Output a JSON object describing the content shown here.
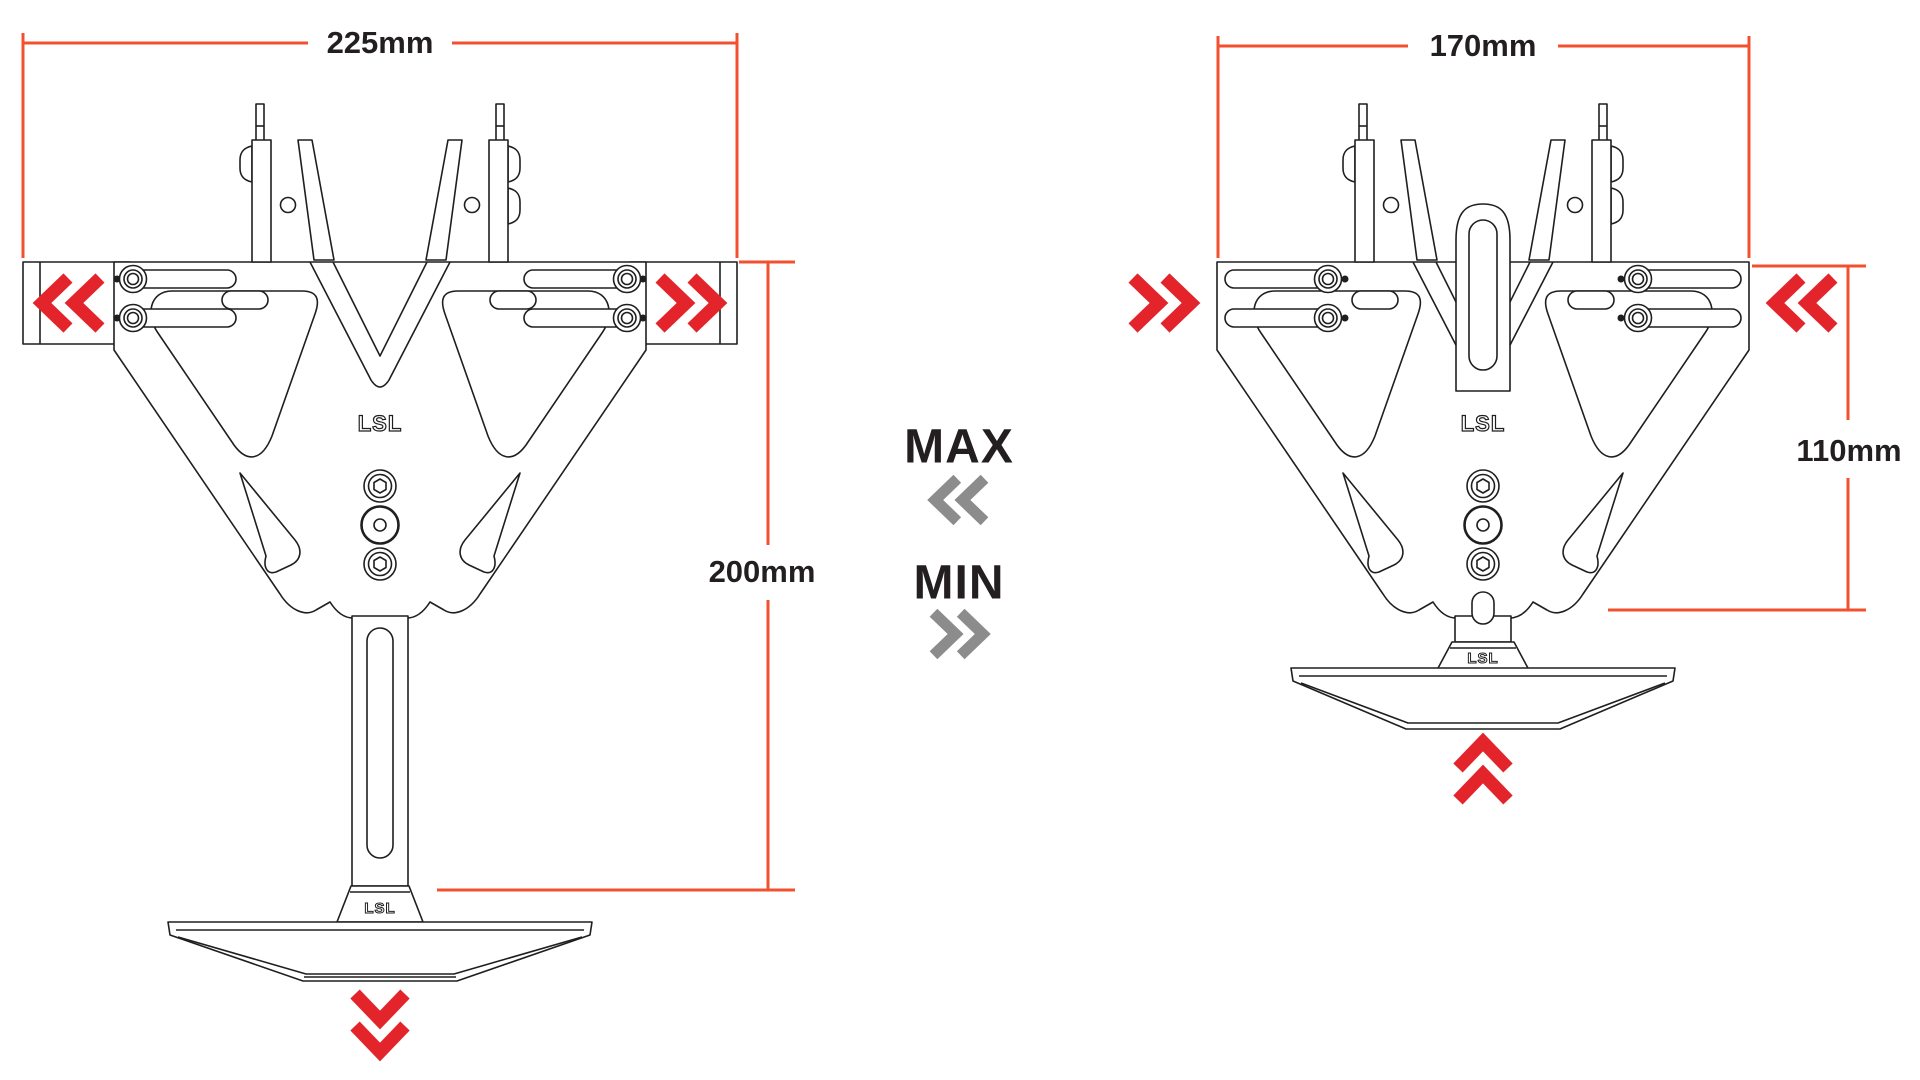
{
  "diagram": {
    "figures": {
      "max": {
        "label": "MAX",
        "width_dimension": "225mm",
        "height_dimension": "200mm",
        "plate_logo": "LSL",
        "foot_logo": "LSL"
      },
      "min": {
        "label": "MIN",
        "width_dimension": "170mm",
        "height_dimension": "110mm",
        "plate_logo": "LSL",
        "foot_logo": "LSL"
      }
    },
    "icons": {
      "max_left": "double-chevron-left",
      "max_right": "double-chevron-right",
      "max_bottom": "double-chevron-down",
      "min_left": "double-chevron-right",
      "min_right": "double-chevron-left",
      "min_bottom": "double-chevron-up",
      "legend_max": "double-chevron-left",
      "legend_min": "double-chevron-right"
    },
    "colors": {
      "dimension_line": "#F2502E",
      "arrow_red": "#E4242B",
      "legend_gray": "#8C8C8C",
      "ink": "#1F1F1F",
      "label_text": "#231F20"
    }
  }
}
